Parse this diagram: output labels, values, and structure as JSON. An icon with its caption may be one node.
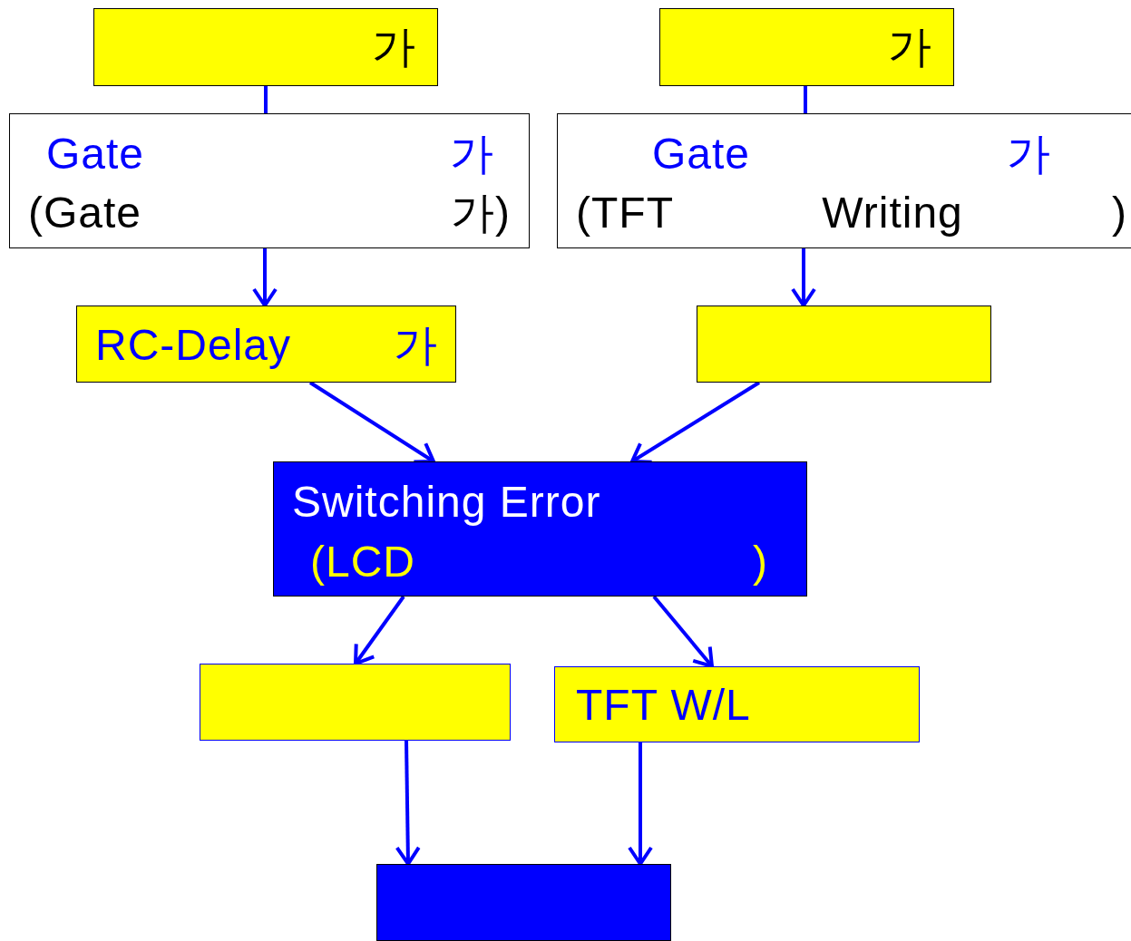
{
  "diagram": {
    "nodes": [
      {
        "text": [
          "가"
        ]
      },
      {
        "text": [
          "가"
        ]
      },
      {
        "text": [
          "Gate 가",
          "(Gate 가)"
        ]
      },
      {
        "text": [
          "Gate 가",
          "(TFT Writing )"
        ]
      },
      {
        "text": [
          "RC-Delay 가"
        ]
      },
      {
        "text": [],
        "shape": "box"
      },
      {
        "text": [
          "Switching Error",
          "(LCD )"
        ]
      },
      {
        "text": [],
        "shape": "box"
      },
      {
        "text": [
          "TFT W/L"
        ]
      },
      {
        "text": [],
        "shape": "box"
      }
    ],
    "edges": [
      {
        "from": 0,
        "to": 2,
        "arrow": "none"
      },
      {
        "from": 1,
        "to": 3,
        "arrow": "none"
      },
      {
        "from": 2,
        "to": 4,
        "arrow": "to"
      },
      {
        "from": 3,
        "to": 5,
        "arrow": "to"
      },
      {
        "from": 4,
        "to": 6,
        "arrow": "to"
      },
      {
        "from": 5,
        "to": 6,
        "arrow": "to"
      },
      {
        "from": 6,
        "to": 7,
        "arrow": "to"
      },
      {
        "from": 6,
        "to": 8,
        "arrow": "to"
      },
      {
        "from": 7,
        "to": 9,
        "arrow": "to"
      },
      {
        "from": 8,
        "to": 9,
        "arrow": "to"
      }
    ]
  }
}
